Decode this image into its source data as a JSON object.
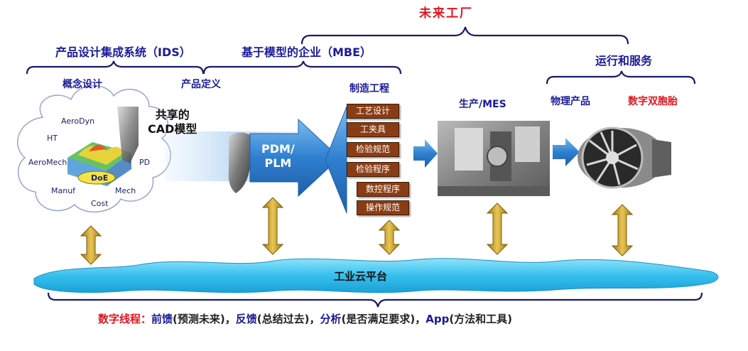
{
  "top": {
    "future_factory": "未来工厂",
    "ids": "产品设计集成系统（IDS）",
    "mbe": "基于模型的企业（MBE）",
    "ops": "运行和服务"
  },
  "stages": {
    "concept": "概念设计",
    "product_def": "产品定义",
    "manufacturing_eng": "制造工程",
    "production": "生产/MES",
    "physical_product": "物理产品",
    "digital_twin": "数字双胞胎"
  },
  "cloud_words": [
    "AeroDyn",
    "HT",
    "AeroMech",
    "Manuf",
    "DoE",
    "Mech",
    "Cost",
    "PD"
  ],
  "shared_cad": [
    "共享的",
    "CAD模型"
  ],
  "pdm": [
    "PDM/",
    "PLM"
  ],
  "mfg_steps": [
    "工艺设计",
    "工夹具",
    "检验规范",
    "检验程序",
    "数控程序",
    "操作规范"
  ],
  "platform": "工业云平台",
  "bottom": {
    "thread": "数字线程：",
    "p1_head": "前馈",
    "p1_rest": "(预测未来)，",
    "p2_head": "反馈",
    "p2_rest": "(总结过去)，",
    "p3_head": "分析",
    "p3_rest": "(是否满足要求)，",
    "p4_head": "App",
    "p4_rest": "(方法和工具)"
  },
  "colors": {
    "blue": "#1a1a9a",
    "red": "#e0141e",
    "brace": "#1a1a6a",
    "arrow_gold": "#c9a227",
    "arrow_blue": "#3b8fd6",
    "step_brown": "#8a3d14",
    "cloud_cyan": "#3cc3ef"
  }
}
